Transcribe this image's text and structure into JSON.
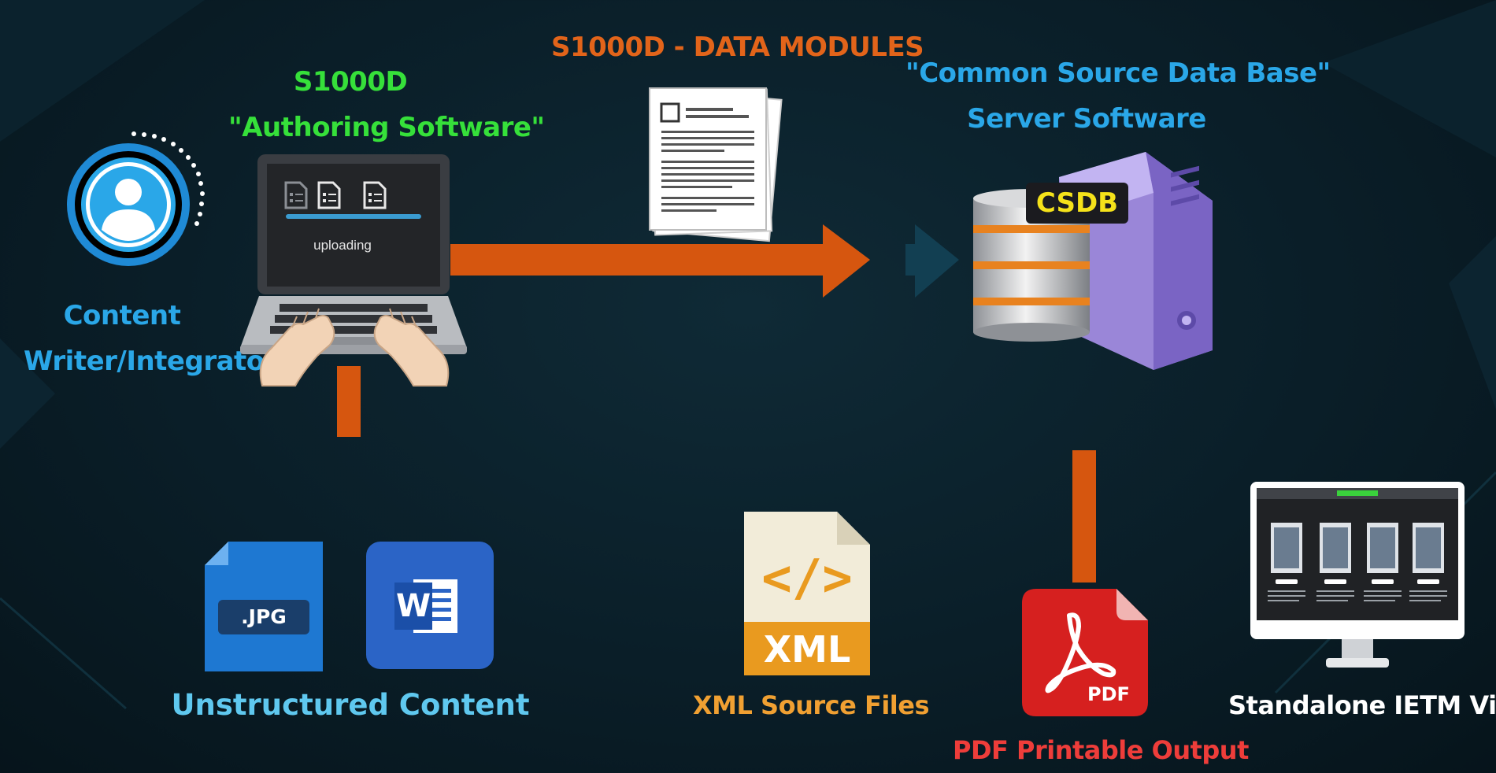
{
  "labels": {
    "authoring_line1": "S1000D",
    "authoring_line2": "\"Authoring Software\"",
    "data_modules": "S1000D - DATA MODULES",
    "csdb_line1": "\"Common Source Data Base\"",
    "csdb_line2": "Server Software",
    "writer_line1": "Content",
    "writer_line2": "Writer/Integrator",
    "unstructured": "Unstructured Content",
    "xml_files": "XML Source Files",
    "pdf_output": "PDF Printable Output",
    "viewer": "Standalone IETM Viewer"
  },
  "laptop": {
    "status": "uploading"
  },
  "server": {
    "badge": "CSDB"
  },
  "icons": {
    "jpg_text": ".JPG",
    "word_letter": "W",
    "xml_code": "</>",
    "xml_text": "XML",
    "pdf_text": "PDF"
  },
  "colors": {
    "green": "#36e03a",
    "orange": "#e2641a",
    "blue": "#2aa7e8",
    "arrow": "#d6560f",
    "badge": "#f5e21a"
  }
}
